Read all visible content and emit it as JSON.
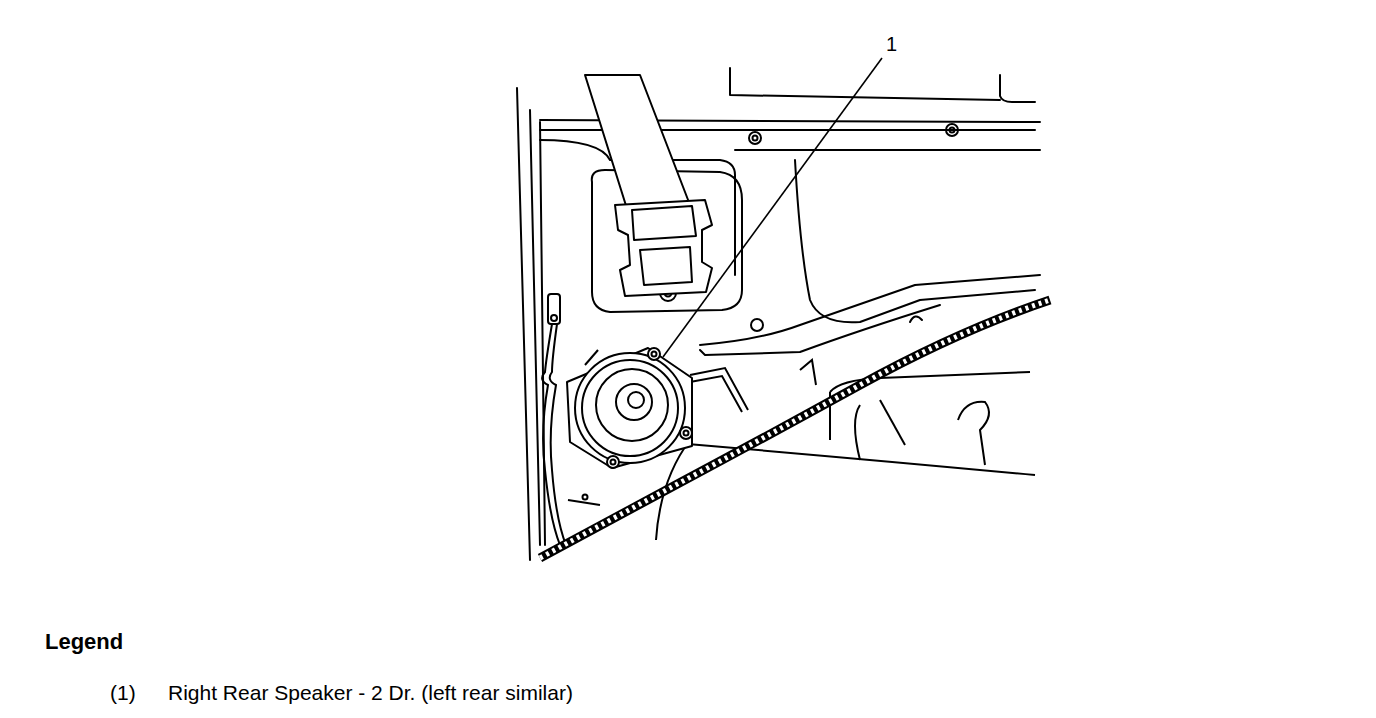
{
  "diagram": {
    "labels": [
      "1",
      "Legend",
      "(1)"
    ],
    "legend": [
      {
        "text": "Right Rear Speaker - 2 Dr. (left rear similar)"
      }
    ]
  }
}
